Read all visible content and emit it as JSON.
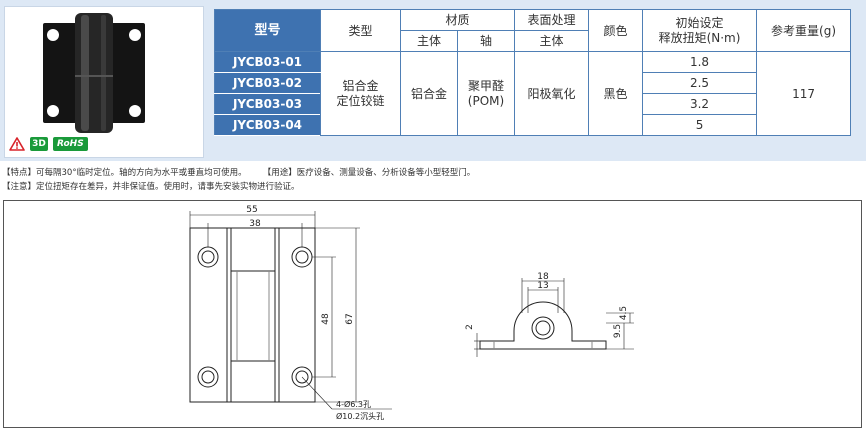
{
  "table": {
    "headers": {
      "model": "型号",
      "type": "类型",
      "material": "材质",
      "material_body": "主体",
      "material_shaft": "轴",
      "surface": "表面处理",
      "surface_body": "主体",
      "color": "颜色",
      "torque_line1": "初始设定",
      "torque_line2": "释放扭矩(N·m)",
      "weight": "参考重量(g)"
    },
    "rows": [
      {
        "model": "JYCB03-01",
        "torque": "1.8"
      },
      {
        "model": "JYCB03-02",
        "torque": "2.5"
      },
      {
        "model": "JYCB03-03",
        "torque": "3.2"
      },
      {
        "model": "JYCB03-04",
        "torque": "5"
      }
    ],
    "shared": {
      "type_line1": "铝合金",
      "type_line2": "定位铰链",
      "body_material": "铝合金",
      "shaft_material_line1": "聚甲醛",
      "shaft_material_line2": "(POM)",
      "surface": "阳极氧化",
      "color": "黑色",
      "weight": "117"
    }
  },
  "badges": {
    "three_d": "3D",
    "rohs": "RoHS"
  },
  "notes": {
    "feature": "【特点】可每隔30°临时定位。轴的方向为水平或垂直均可使用。",
    "usage": "【用途】医疗设备、测量设备、分析设备等小型轻型门。",
    "caution": "【注意】定位扭矩存在差异，并非保证值。使用时，请事先安装实物进行验证。"
  },
  "drawing": {
    "front": {
      "width": "55",
      "hole_pitch_x": "38",
      "height": "67",
      "hole_pitch_y": "48",
      "hole_note_1": "4-Ø6.3孔",
      "hole_note_2": "Ø10.2沉头孔"
    },
    "side": {
      "width": "18",
      "inner": "13",
      "dim_a": "4.5",
      "dim_b": "9.5",
      "dim_c": "2"
    }
  },
  "colors": {
    "header_blue": "#3e72b0",
    "band": "#dde8f5",
    "badge_green": "#1a9a3a",
    "warning_red": "#d8232a"
  }
}
